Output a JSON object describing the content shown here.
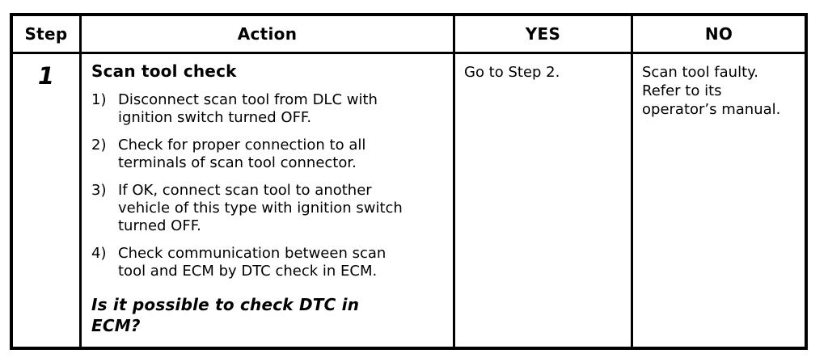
{
  "colors": {
    "border": "#000000",
    "text": "#000000",
    "background": "#ffffff"
  },
  "table": {
    "headers": [
      "Step",
      "Action",
      "YES",
      "NO"
    ],
    "rows": [
      {
        "step": "1",
        "action": {
          "title": "Scan tool check",
          "items": [
            {
              "num": "1)",
              "text": "Disconnect scan tool from DLC with\nignition switch turned OFF."
            },
            {
              "num": "2)",
              "text": "Check for proper connection to all\nterminals of scan tool connector."
            },
            {
              "num": "3)",
              "text": "If OK, connect scan tool to another\nvehicle of this type with ignition switch\nturned OFF."
            },
            {
              "num": "4)",
              "text": "Check communication between scan\ntool and ECM by DTC check in ECM."
            }
          ],
          "question": "Is it possible to check DTC in\nECM?"
        },
        "yes": "Go to Step 2.",
        "no": "Scan tool faulty.\nRefer to its\noperator’s manual."
      }
    ]
  }
}
